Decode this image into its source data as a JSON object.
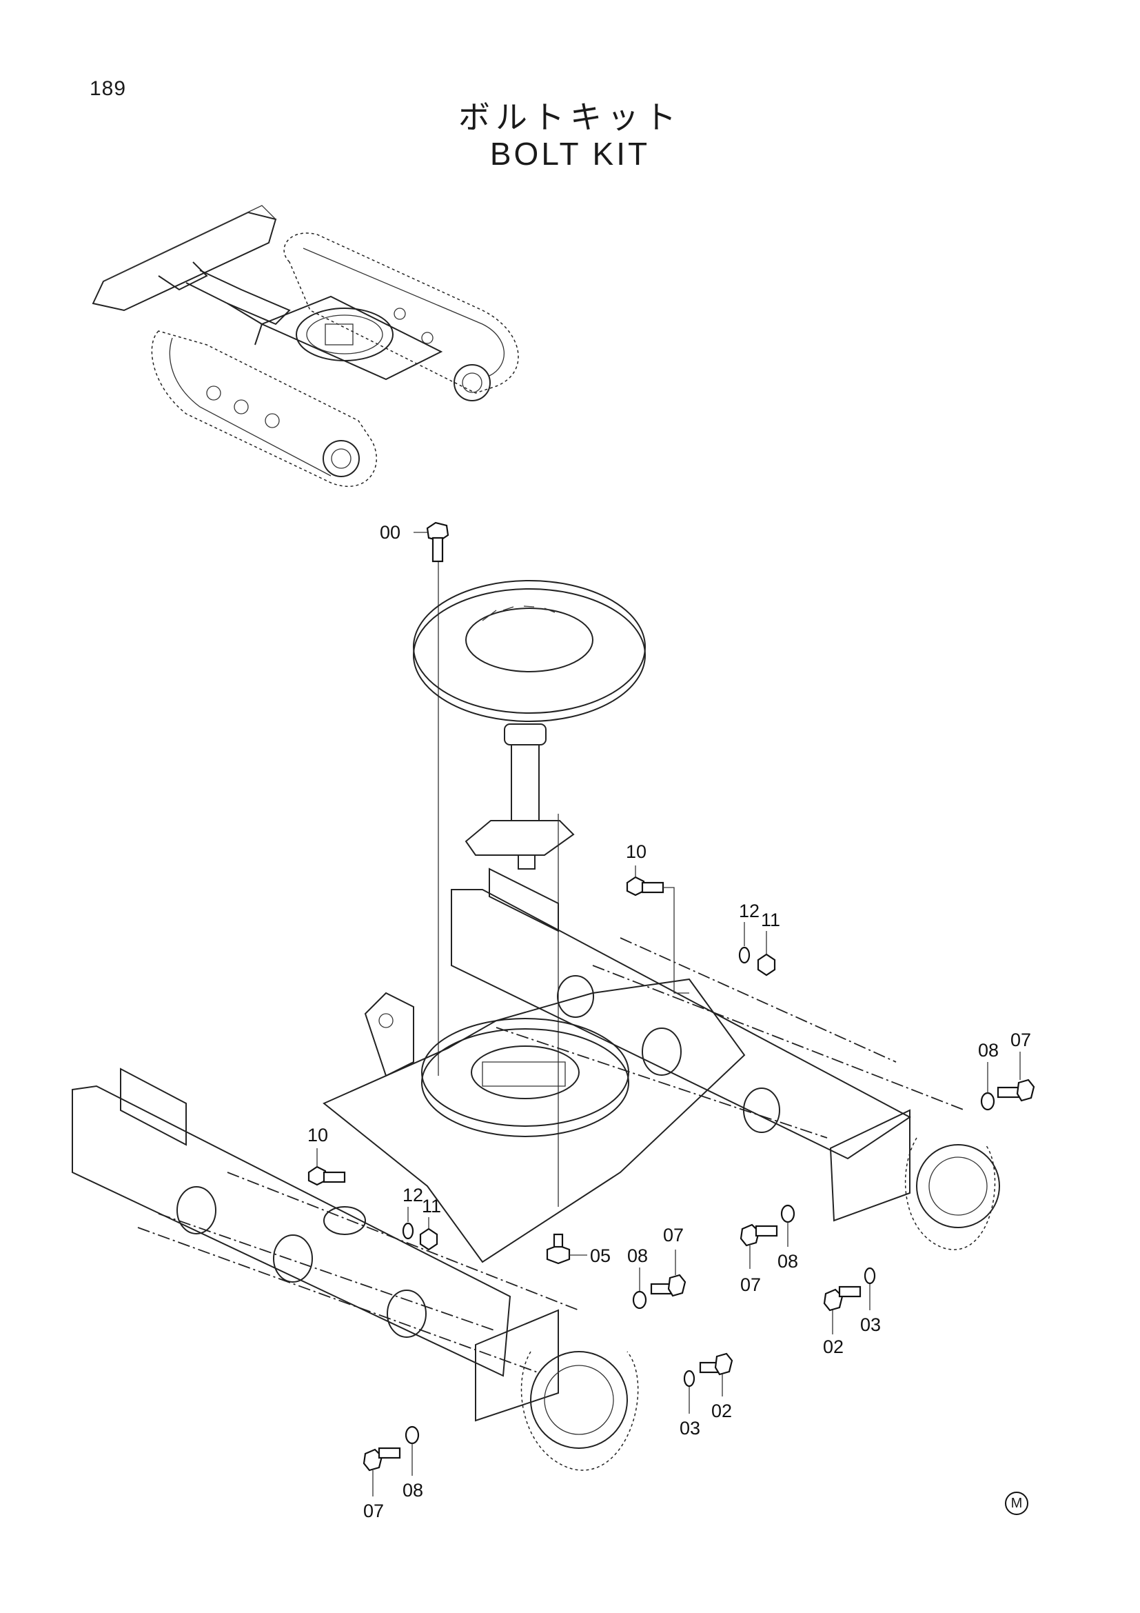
{
  "page_number": "189",
  "title_jp": "ボルトキット",
  "title_en": "BOLT KIT",
  "mark": "M",
  "callouts": [
    "00",
    "10",
    "12",
    "11",
    "08",
    "07",
    "10",
    "12",
    "11",
    "05",
    "08",
    "07",
    "07",
    "08",
    "02",
    "03",
    "03",
    "02",
    "07",
    "08"
  ]
}
